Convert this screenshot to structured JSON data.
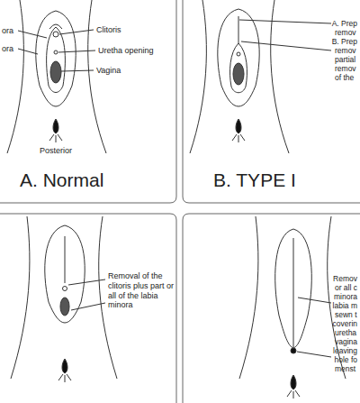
{
  "diagram": {
    "labels": [
      "Clitoris",
      "ora",
      "Uretha opening",
      "ora",
      "Vagina",
      "Posterior",
      "A. Normal",
      "A. Prep",
      "remov",
      "B. Prep",
      "remov",
      "partial",
      "remov",
      "of the",
      "B. TYPE I",
      "Removal of the clitoris plus part or all of the labia minora",
      "Remov",
      "or all c",
      "minora",
      "labia m",
      "sewn t",
      "coverin",
      "uretha",
      "vagina",
      "leaving",
      "hole fo",
      "menst"
    ]
  }
}
